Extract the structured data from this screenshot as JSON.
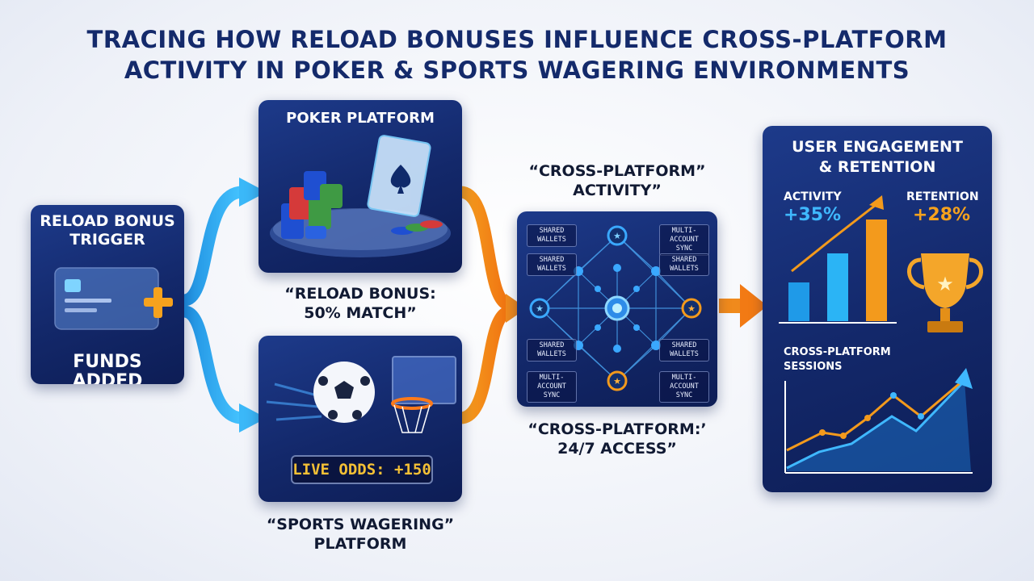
{
  "title": {
    "line1": "TRACING HOW RELOAD BONUSES INFLUENCE CROSS-PLATFORM",
    "line2": "ACTIVITY IN POKER & SPORTS WAGERING ENVIRONMENTS"
  },
  "trigger": {
    "heading1": "RELOAD BONUS",
    "heading2": "TRIGGER",
    "footer1": "FUNDS",
    "footer2": "ADDED"
  },
  "poker": {
    "heading": "POKER PLATFORM",
    "caption1": "“RELOAD BONUS:",
    "caption2": "50% MATCH”"
  },
  "sports": {
    "odds": "LIVE ODDS: +150",
    "caption1": "“SPORTS WAGERING”",
    "caption2": "PLATFORM"
  },
  "network": {
    "heading1": "“CROSS-PLATFORM”",
    "heading2": "ACTIVITY”",
    "labels": [
      "SHARED WALLETS",
      "MULTI-ACCOUNT SYNC",
      "SHARED WALLETS",
      "SHARED WALLETS",
      "SHARED WALLETS",
      "SHARED WALLETS",
      "MULTI-ACCOUNT SYNC",
      "MULTI-ACCOUNT SYNC"
    ],
    "caption1": "“CROSS-PLATFORM:’",
    "caption2": "24/7 ACCESS”"
  },
  "engagement": {
    "heading1": "USER ENGAGEMENT",
    "heading2": "& RETENTION",
    "activity_label": "ACTIVITY",
    "activity_value": "+35%",
    "retention_label": "RETENTION",
    "retention_value": "+28%",
    "sessions_label1": "CROSS-PLATFORM",
    "sessions_label2": "SESSIONS"
  },
  "colors": {
    "blue_arrow": "#2aa8ef",
    "orange_arrow": "#f08a1c",
    "panel": "#13286a",
    "title": "#142a6b"
  }
}
